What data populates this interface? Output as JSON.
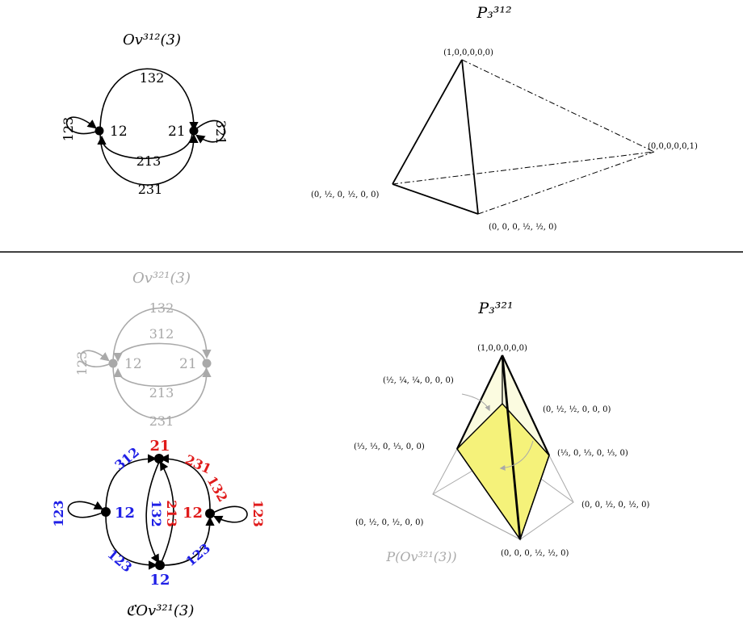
{
  "top": {
    "left_title": "Ov³¹²(3)",
    "left_nodes": [
      "12",
      "21"
    ],
    "left_edges": [
      "132",
      "213",
      "231",
      "123",
      "321"
    ],
    "right_title": "P₃³¹²",
    "vertices": [
      "(1,0,0,0,0,0)",
      "(0,0,0,0,0,1)",
      "(0, ½, 0, ½, 0, 0)",
      "(0, 0, 0, ½, ½, 0)"
    ]
  },
  "bottom": {
    "grey_title": "Ov³²¹(3)",
    "grey_nodes": [
      "12",
      "21"
    ],
    "grey_edges": [
      "132",
      "312",
      "213",
      "231",
      "123"
    ],
    "cov_title": "ℭOv³²¹(3)",
    "cov_nodes": {
      "top": "21",
      "left": "12",
      "right": "12",
      "bottom": "12"
    },
    "cov_edges": {
      "top_left": "312",
      "top_right": "231",
      "right_top": "132",
      "left_loop": "123",
      "right_loop": "123",
      "inner_left": "132",
      "inner_right": "213",
      "bottom_left": "123",
      "bottom_right": "123"
    },
    "right_title": "P₃³²¹",
    "vertices": [
      "(1,0,0,0,0,0)",
      "(½, ¼, ¼, 0, 0, 0)",
      "(0, ½, ½, 0, 0, 0)",
      "(⅓, ⅓, 0, ⅓, 0, 0)",
      "(⅓, 0, ⅓, 0, ⅓, 0)",
      "(0, ½, 0, ½, 0, 0)",
      "(0, 0, ½, 0, ½, 0)",
      "(0, 0, 0, ½, ½, 0)"
    ],
    "polytope_caption": "P(Ov³²¹(3))"
  },
  "colors": {
    "blue": "#1f1fe6",
    "red": "#e01b1b",
    "grey": "#a9a9a9",
    "fill": "#f5f27a",
    "pale": "#fbfbe0"
  }
}
